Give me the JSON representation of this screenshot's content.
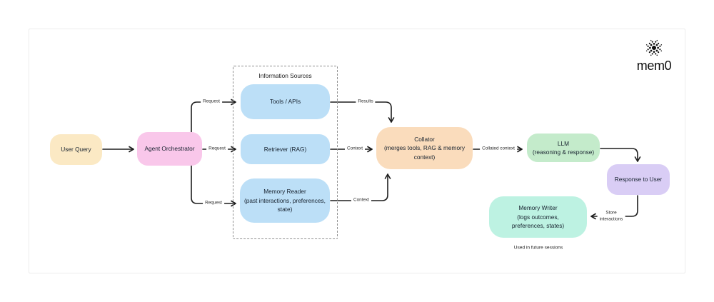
{
  "brand": {
    "name": "mem0"
  },
  "nodes": {
    "user_query": {
      "label": "User Query"
    },
    "agent_orchestrator": {
      "label": "Agent Orchestrator"
    },
    "information_sources": {
      "title": "Information Sources"
    },
    "tools_apis": {
      "label": "Tools / APIs"
    },
    "retriever": {
      "label": "Retriever (RAG)"
    },
    "memory_reader": {
      "lines": [
        "Memory Reader",
        "(past interactions, preferences,",
        "state)"
      ]
    },
    "collator": {
      "lines": [
        "Collator",
        "(merges tools, RAG & memory",
        "context)"
      ]
    },
    "llm": {
      "lines": [
        "LLM",
        "(reasoning & response)"
      ]
    },
    "response_to_user": {
      "label": "Response to User"
    },
    "memory_writer": {
      "lines": [
        "Memory Writer",
        "(logs outcomes,",
        "preferences, states)"
      ]
    },
    "footnote": "Used in future sessions"
  },
  "edges": {
    "request_top": "Request",
    "request_mid": "Request",
    "request_bottom": "Request",
    "results": "Results",
    "context_mid": "Context",
    "context_bottom": "Context",
    "collated_context": "Collated context",
    "store_interactions": [
      "Store",
      "interactions"
    ]
  },
  "colors": {
    "user_query": "#FBE9C4",
    "agent_orchestrator": "#F9C7EA",
    "information_source": "#BCDFF7",
    "collator": "#FADCBC",
    "llm": "#C4EBCB",
    "response_to_user": "#D9CDF5",
    "memory_writer": "#BDF2E2",
    "connector": "#1d1d1d"
  }
}
